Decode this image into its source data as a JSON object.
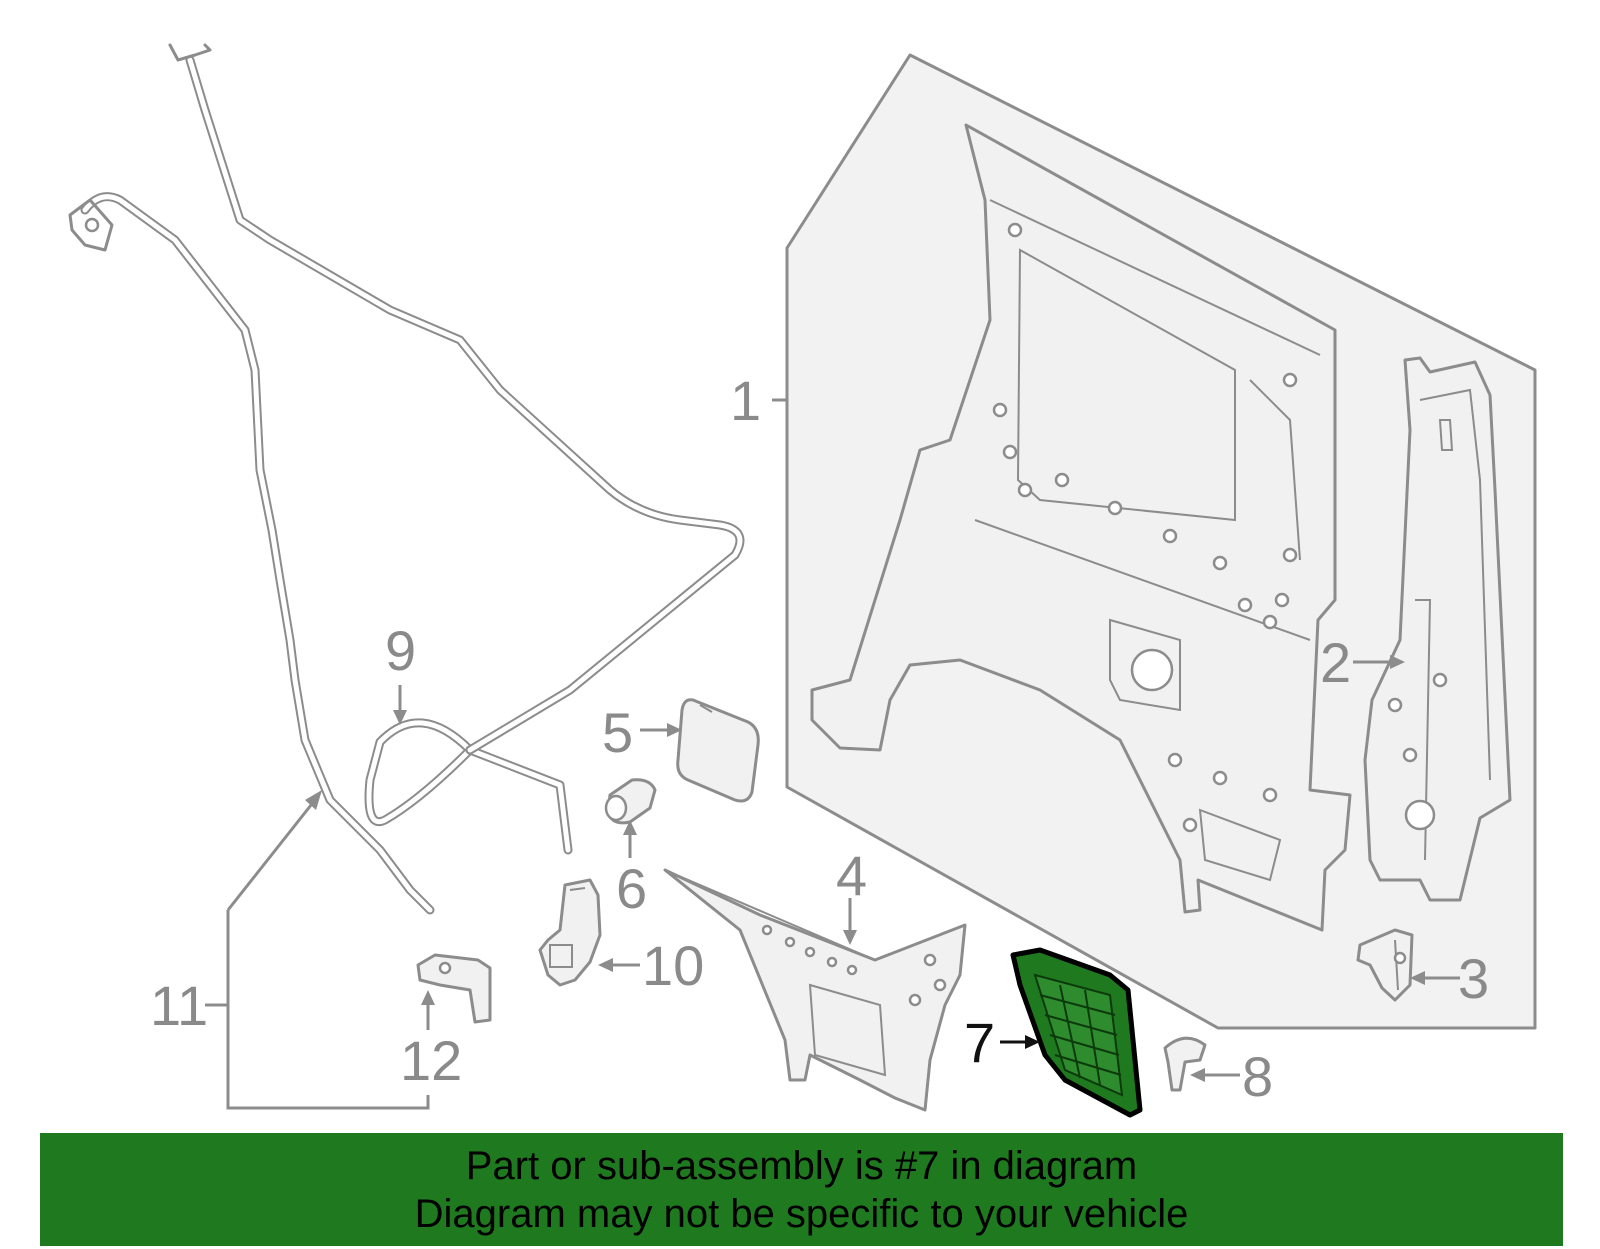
{
  "callouts": {
    "c1": "1",
    "c2": "2",
    "c3": "3",
    "c4": "4",
    "c5": "5",
    "c6": "6",
    "c7": "7",
    "c8": "8",
    "c9": "9",
    "c10": "10",
    "c11": "11",
    "c12": "12"
  },
  "highlighted_part": "7",
  "colors": {
    "highlight": "#1f7a1f",
    "banner": "#1f7a1f",
    "outline": "#8c8c8c"
  },
  "banner": {
    "line1": "Part or sub-assembly is #7 in diagram",
    "line2": "Diagram may not be specific to your vehicle"
  }
}
